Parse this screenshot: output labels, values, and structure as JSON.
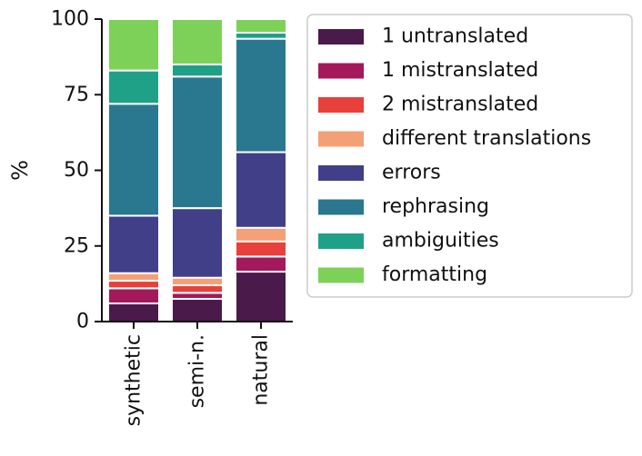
{
  "chart_data": {
    "type": "bar",
    "stacked": true,
    "categories": [
      "synthetic",
      "semi-n.",
      "natural"
    ],
    "ylabel": "%",
    "ylim": [
      0,
      100
    ],
    "yticks": [
      0,
      25,
      50,
      75,
      100
    ],
    "legend_position": "right",
    "series": [
      {
        "name": "1 untranslated",
        "color": "#4a1a4a",
        "values": [
          6,
          7.5,
          16.5
        ]
      },
      {
        "name": "1 mistranslated",
        "color": "#a3195b",
        "values": [
          5,
          2,
          5
        ]
      },
      {
        "name": "2 mistranslated",
        "color": "#e8403a",
        "values": [
          2.5,
          2.5,
          5
        ]
      },
      {
        "name": "different translations",
        "color": "#f4a077",
        "values": [
          2.5,
          2.5,
          4.5
        ]
      },
      {
        "name": "errors",
        "color": "#403f88",
        "values": [
          19,
          23,
          25
        ]
      },
      {
        "name": "rephrasing",
        "color": "#2a7790",
        "values": [
          37,
          43.5,
          37.5
        ]
      },
      {
        "name": "ambiguities",
        "color": "#1fa187",
        "values": [
          11,
          4,
          2
        ]
      },
      {
        "name": "formatting",
        "color": "#7dd159",
        "values": [
          17,
          15,
          4.5
        ]
      }
    ]
  }
}
